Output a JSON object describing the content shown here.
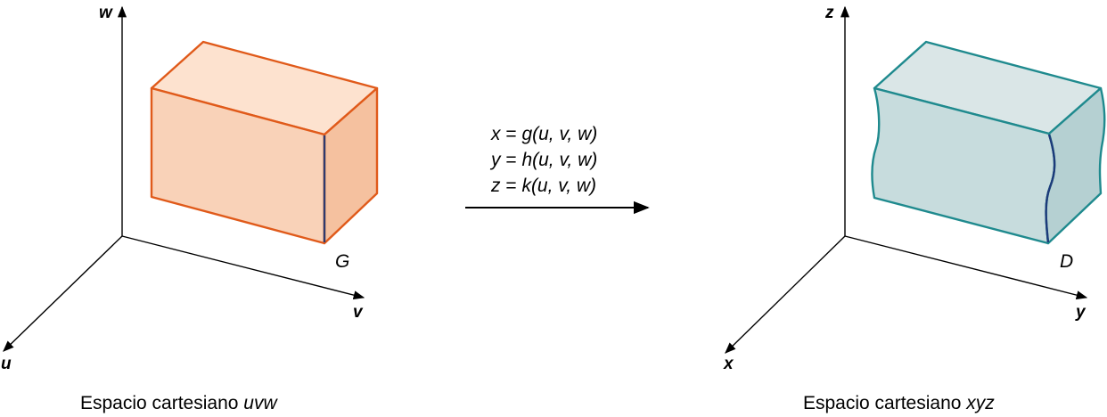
{
  "left_panel": {
    "axes": {
      "vertical": "w",
      "horizontal": "v",
      "depth": "u"
    },
    "region_label": "G",
    "caption_prefix": "Espacio cartesiano ",
    "caption_italic": "uvw",
    "colors": {
      "edge": "#e05a1a",
      "top": "#fde2cf",
      "front": "#f9d2b8",
      "side": "#f5c19f",
      "highlight_edge": "#2e3a6e"
    }
  },
  "transformation": {
    "equations": [
      {
        "lhs": "x",
        "fn": "g",
        "args": "(u, v, w)"
      },
      {
        "lhs": "y",
        "fn": "h",
        "args": "(u, v, w)"
      },
      {
        "lhs": "z",
        "fn": "k",
        "args": "(u, v, w)"
      }
    ],
    "equations_text": [
      "x = g(u, v, w)",
      "y = h(u, v, w)",
      "z = k(u, v, w)"
    ],
    "arrow": "right-arrow"
  },
  "right_panel": {
    "axes": {
      "vertical": "z",
      "horizontal": "y",
      "depth": "x"
    },
    "region_label": "D",
    "caption_prefix": "Espacio cartesiano ",
    "caption_italic": "xyz",
    "colors": {
      "edge": "#1f8a8e",
      "top": "#dae6e7",
      "front": "#c7dcdd",
      "side": "#b5d0d2",
      "highlight_edge": "#1d3a7a"
    }
  }
}
